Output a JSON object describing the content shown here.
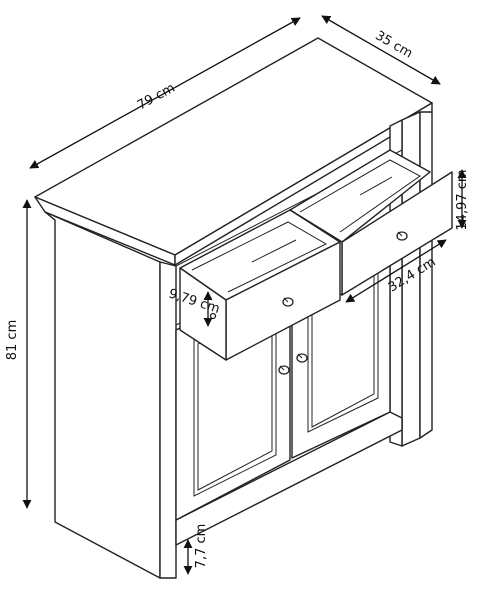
{
  "diagram": {
    "dimensions": {
      "width": "79 cm",
      "depth": "35 cm",
      "height": "81 cm",
      "drawer_height": "14,97 cm",
      "drawer_depth": "32,4 cm",
      "drawer_inner_height": "9,79 cm",
      "leg_height": "7,7 cm"
    },
    "colors": {
      "line": "#222222",
      "background": "#ffffff"
    }
  }
}
